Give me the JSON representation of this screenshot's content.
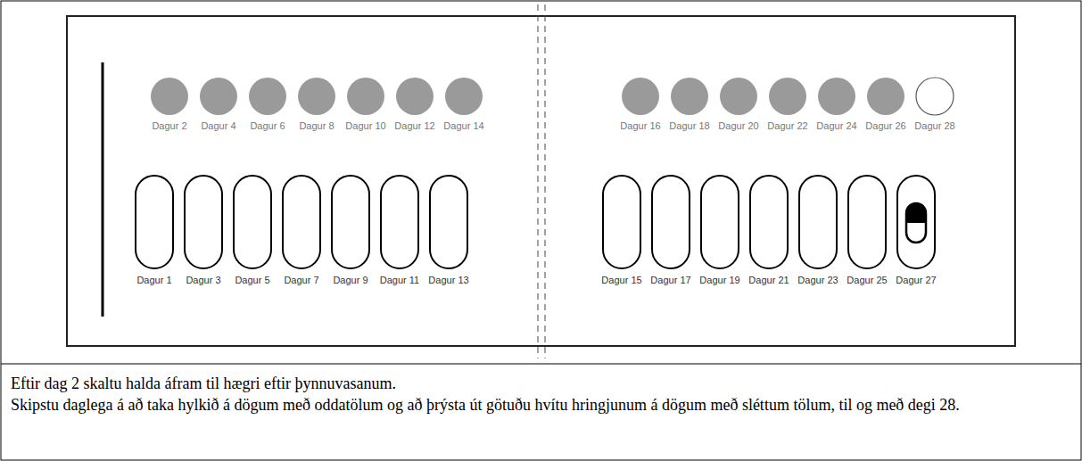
{
  "diagram": {
    "nodes": [
      {
        "text": [
          "Dagur 2"
        ]
      },
      {
        "text": [
          "Dagur 4"
        ]
      },
      {
        "text": [
          "Dagur 6"
        ]
      },
      {
        "text": [
          "Dagur 8"
        ]
      },
      {
        "text": [
          "Dagur 10"
        ]
      },
      {
        "text": [
          "Dagur 12"
        ]
      },
      {
        "text": [
          "Dagur 14"
        ]
      },
      {
        "text": [
          "Dagur 16"
        ]
      },
      {
        "text": [
          "Dagur 18"
        ]
      },
      {
        "text": [
          "Dagur 20"
        ]
      },
      {
        "text": [
          "Dagur 22"
        ]
      },
      {
        "text": [
          "Dagur 24"
        ]
      },
      {
        "text": [
          "Dagur 26"
        ]
      },
      {
        "text": [
          "Dagur 28"
        ]
      },
      {
        "text": [
          "Dagur 1"
        ]
      },
      {
        "text": [
          "Dagur 3"
        ]
      },
      {
        "text": [
          "Dagur 5"
        ]
      },
      {
        "text": [
          "Dagur 7"
        ]
      },
      {
        "text": [
          "Dagur 9"
        ]
      },
      {
        "text": [
          "Dagur 11"
        ]
      },
      {
        "text": [
          "Dagur 13"
        ]
      },
      {
        "text": [
          "Dagur 15"
        ]
      },
      {
        "text": [
          "Dagur 17"
        ]
      },
      {
        "text": [
          "Dagur 19"
        ]
      },
      {
        "text": [
          "Dagur 21"
        ]
      },
      {
        "text": [
          "Dagur 23"
        ]
      },
      {
        "text": [
          "Dagur 25"
        ]
      },
      {
        "text": [
          "Dagur 27"
        ]
      }
    ],
    "labels": [
      "Eftir dag 2 skaltu halda áfram til hægri eftir þynnuvasanum.",
      "Skipstu daglega á að taka hylkið á dögum með oddatölum og að þrýsta út götuðu hvítu hringjunum á dögum með sléttum tölum, til og með degi 28."
    ]
  }
}
